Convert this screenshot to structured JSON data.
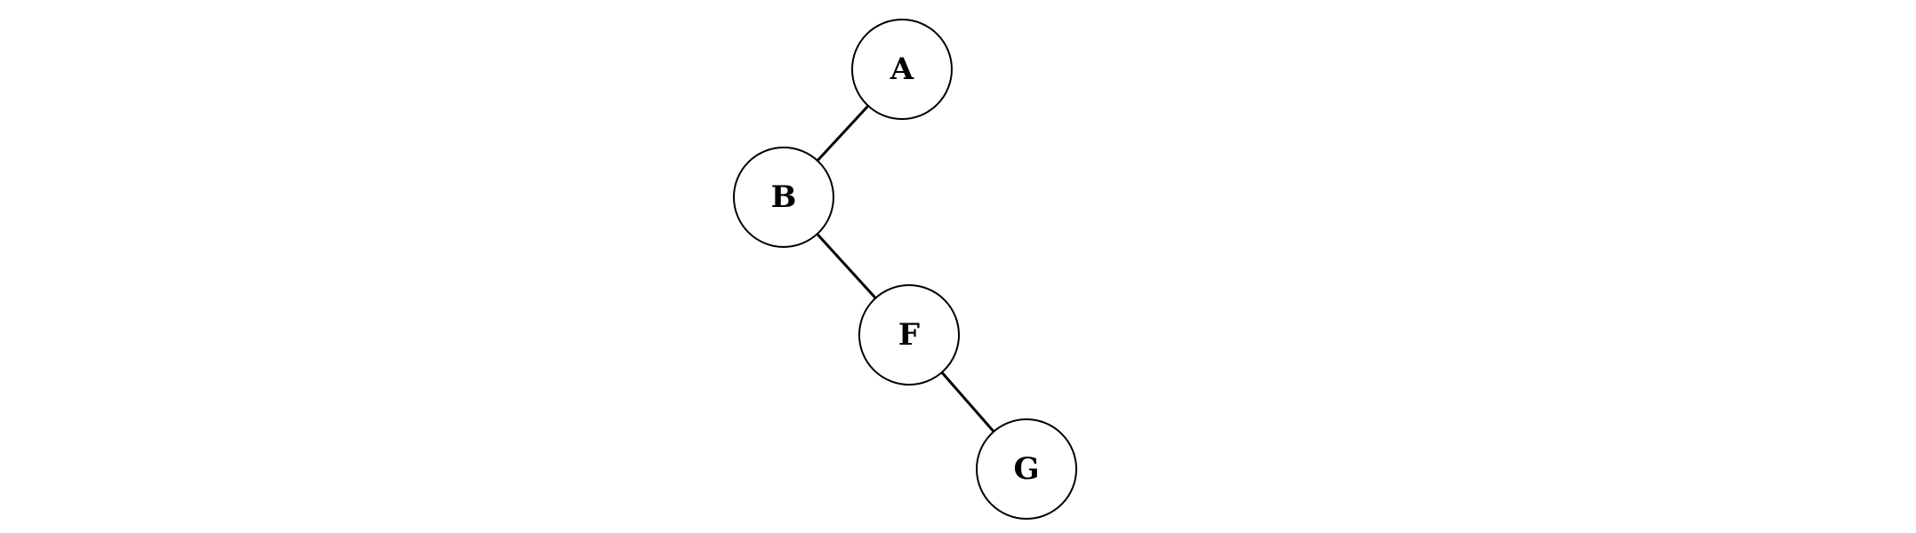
{
  "diagram": {
    "type": "tree",
    "nodes": {
      "a": {
        "label": "A"
      },
      "b": {
        "label": "B"
      },
      "f": {
        "label": "F"
      },
      "g": {
        "label": "G"
      }
    },
    "edges": [
      {
        "from": "A",
        "to": "B"
      },
      {
        "from": "B",
        "to": "F"
      },
      {
        "from": "F",
        "to": "G"
      }
    ]
  }
}
